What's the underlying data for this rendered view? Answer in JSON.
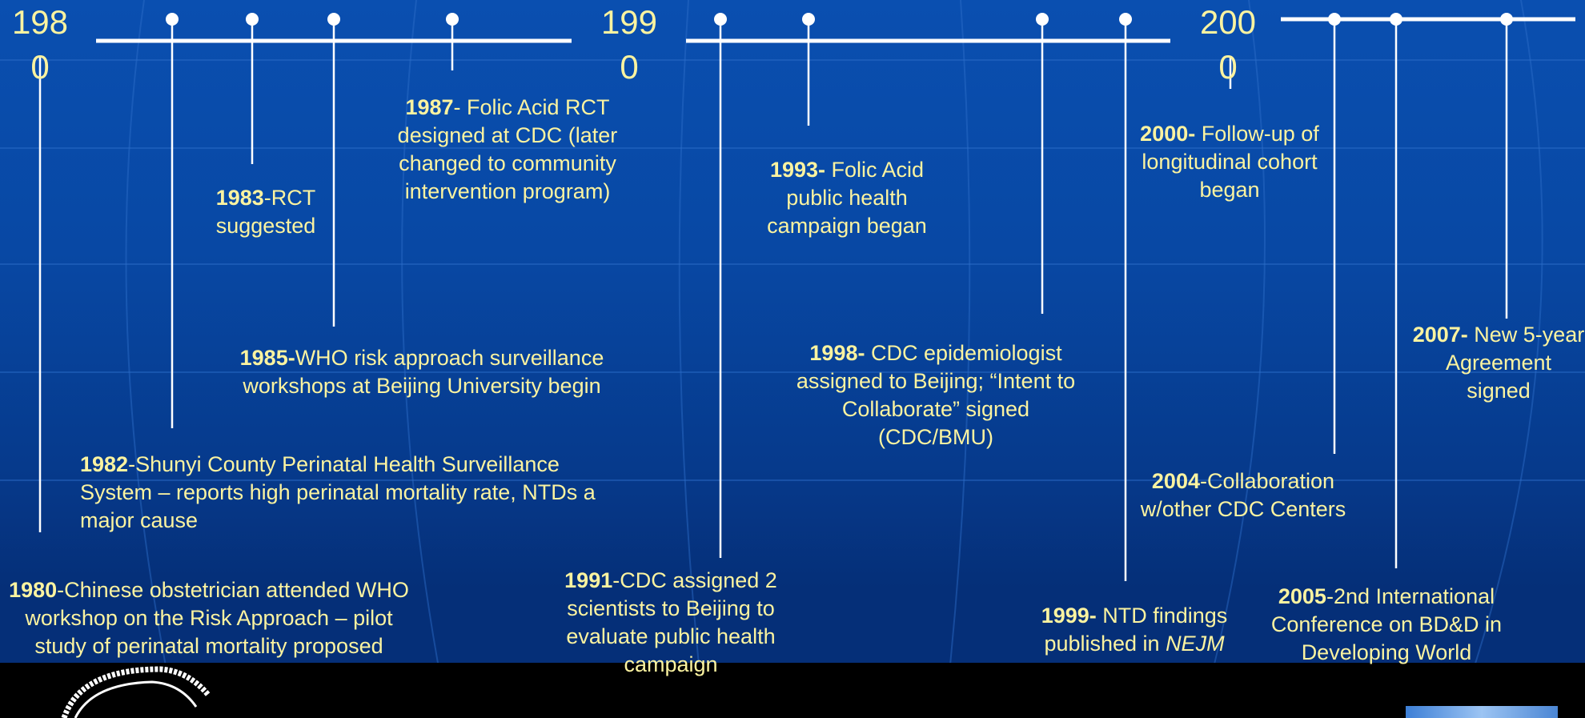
{
  "decades": [
    {
      "label": "198 0"
    },
    {
      "label": "199 0"
    },
    {
      "label": "200 0"
    }
  ],
  "events": [
    {
      "year": "1980",
      "text": "-Chinese obstetrician attended WHO workshop on the Risk Approach – pilot study of perinatal mortality proposed"
    },
    {
      "year": "1982",
      "text": "-Shunyi County Perinatal Health Surveillance System – reports high perinatal mortality rate, NTDs a major cause"
    },
    {
      "year": "1983",
      "text": "-RCT suggested"
    },
    {
      "year": "1985-",
      "text": "WHO risk approach surveillance workshops at Beijing University begin"
    },
    {
      "year": "1987",
      "text": "- Folic Acid RCT designed at CDC (later changed to community intervention program)"
    },
    {
      "year": "1991",
      "text": "-CDC assigned 2 scientists to Beijing to evaluate public health campaign"
    },
    {
      "year": "1993-",
      "text": " Folic Acid public health campaign began"
    },
    {
      "year": "1998-",
      "text": " CDC epidemiologist assigned to Beijing; “Intent to Collaborate” signed (CDC/BMU)"
    },
    {
      "year": "1999-",
      "text": " NTD findings published in ",
      "italic": "NEJM"
    },
    {
      "year": "2000-",
      "text": " Follow-up of longitudinal cohort began"
    },
    {
      "year": "2004",
      "text": "-Collaboration w/other CDC Centers"
    },
    {
      "year": "2005",
      "text": "-2nd International Conference on BD&D in Developing World"
    },
    {
      "year": "2007-",
      "text": " New 5-year Agreement signed"
    }
  ],
  "colors": {
    "text": "#fbf3a0",
    "line": "#ffffff",
    "background": "#0848a4",
    "footer": "#000000"
  }
}
